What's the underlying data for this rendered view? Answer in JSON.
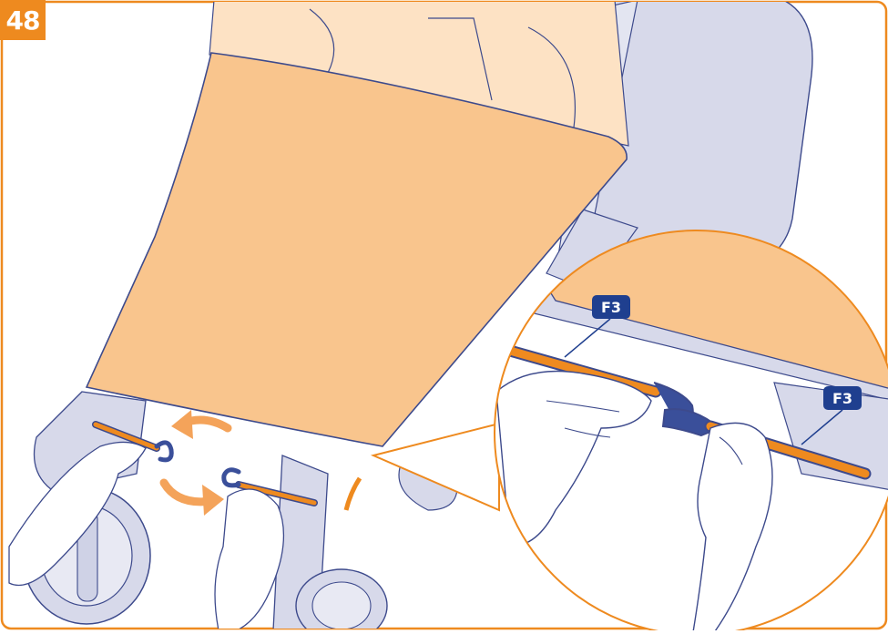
{
  "step": {
    "number": "48"
  },
  "labels": {
    "hook_left": "F3",
    "hook_right": "F3"
  },
  "colors": {
    "accent": "#ee8a1f",
    "cover": "#f9c58d",
    "stroller_frame": "#d7d9ea",
    "outline": "#3d4a8c",
    "hook": "#3a4f9a",
    "label_bg": "#1f3f8f",
    "skin": "#ffffff"
  },
  "icons": {
    "rotate_arrows": "rotate-arrows-icon"
  }
}
